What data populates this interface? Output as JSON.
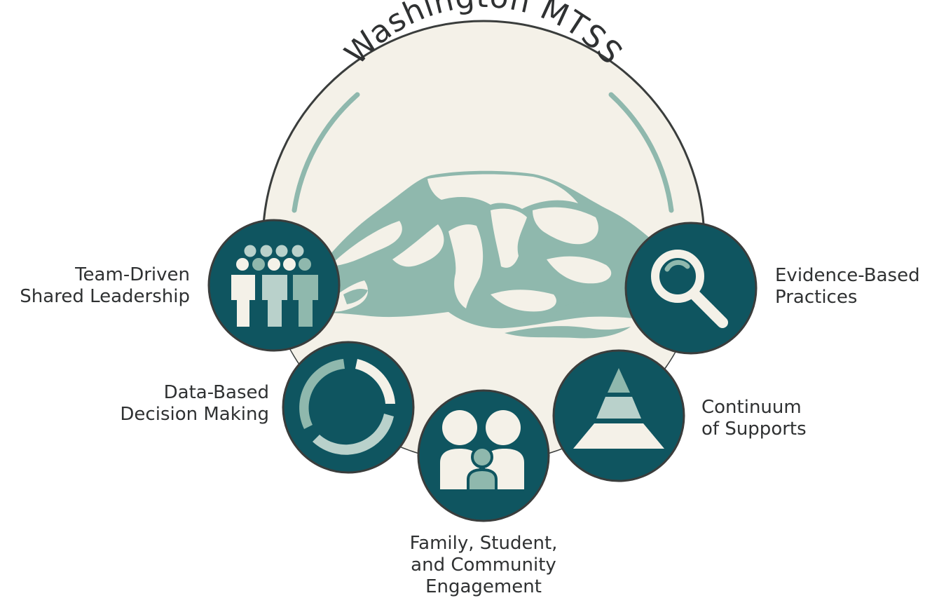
{
  "title": "Washington MTSS",
  "components": [
    {
      "id": "team",
      "lines": [
        "Team-Driven",
        "Shared Leadership"
      ],
      "icon": "people-group-icon"
    },
    {
      "id": "data",
      "lines": [
        "Data-Based",
        "Decision Making"
      ],
      "icon": "cycle-arrows-icon"
    },
    {
      "id": "family",
      "lines": [
        "Family, Student,",
        "and Community",
        "Engagement"
      ],
      "icon": "family-icon"
    },
    {
      "id": "continuum",
      "lines": [
        "Continuum",
        "of Supports"
      ],
      "icon": "pyramid-icon"
    },
    {
      "id": "evidence",
      "lines": [
        "Evidence-Based",
        "Practices"
      ],
      "icon": "magnifying-glass-icon"
    }
  ],
  "colors": {
    "teal_dark": "#0f5560",
    "sage": "#8fb8ad",
    "sage_light": "#b9d1cb",
    "cream": "#f4f1e8",
    "outline": "#3a3d3c",
    "text": "#2f3132"
  }
}
